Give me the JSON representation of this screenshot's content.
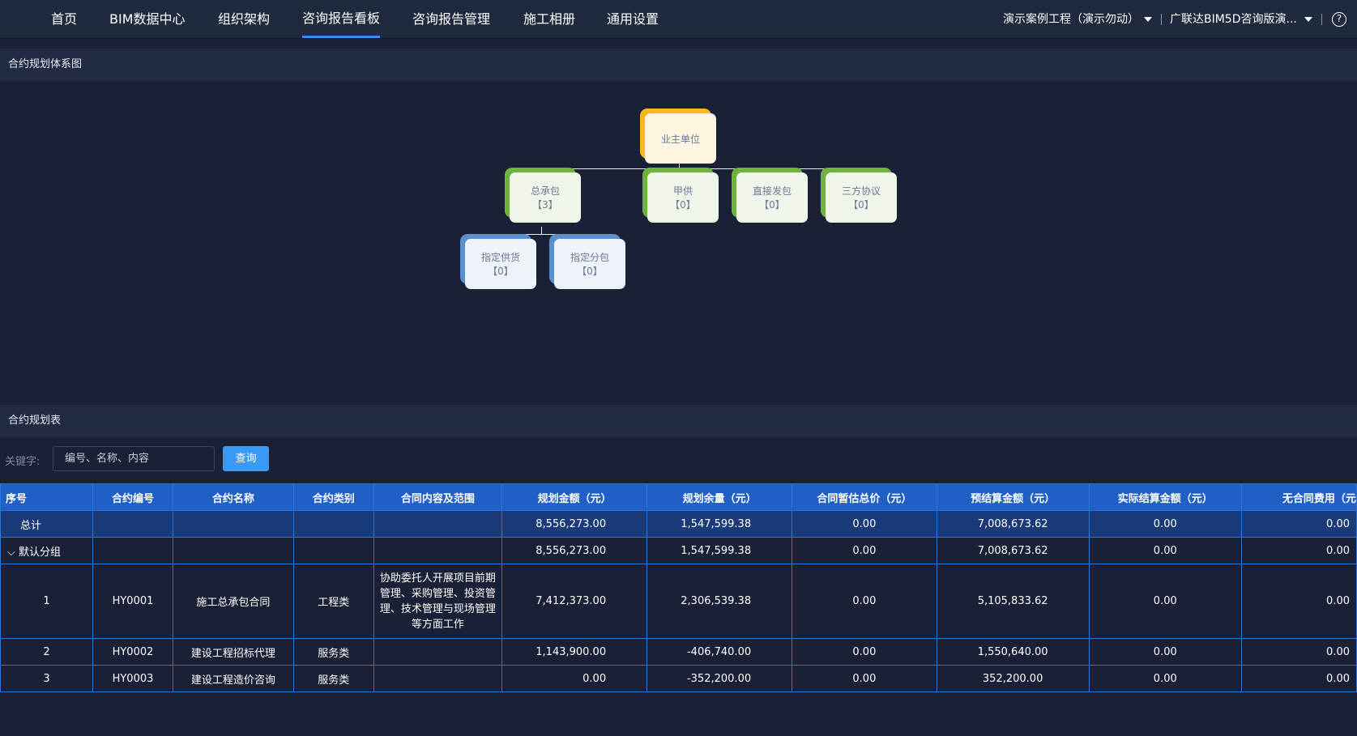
{
  "nav": {
    "items": [
      "首页",
      "BIM数据中心",
      "组织架构",
      "咨询报告看板",
      "咨询报告管理",
      "施工相册",
      "通用设置"
    ],
    "active_index": 3,
    "project": "演示案例工程（演示勿动）",
    "company": "广联达BIM5D咨询版演...",
    "help": "?"
  },
  "chart_panel": {
    "title": "合约规划体系图"
  },
  "org_chart": {
    "root": {
      "label": "业主单位"
    },
    "level1": [
      {
        "label": "总承包",
        "count": "【3】"
      },
      {
        "label": "甲供",
        "count": "【0】"
      },
      {
        "label": "直接发包",
        "count": "【0】"
      },
      {
        "label": "三方协议",
        "count": "【0】"
      }
    ],
    "level2": [
      {
        "label": "指定供货",
        "count": "【0】"
      },
      {
        "label": "指定分包",
        "count": "【0】"
      }
    ]
  },
  "table_panel": {
    "title": "合约规划表"
  },
  "search": {
    "label": "关键字:",
    "placeholder": "编号、名称、内容",
    "button": "查询"
  },
  "table": {
    "columns": [
      "序号",
      "合约编号",
      "合约名称",
      "合约类别",
      "合同内容及范围",
      "规划金额（元）",
      "规划余量（元）",
      "合同暂估总价（元）",
      "预结算金额（元）",
      "实际结算金额（元）",
      "无合同费用（元"
    ],
    "total_row": [
      "总计",
      "",
      "",
      "",
      "",
      "8,556,273.00",
      "1,547,599.38",
      "0.00",
      "7,008,673.62",
      "0.00",
      "0.00"
    ],
    "group_row": [
      "默认分组",
      "",
      "",
      "",
      "",
      "8,556,273.00",
      "1,547,599.38",
      "0.00",
      "7,008,673.62",
      "0.00",
      "0.00"
    ],
    "rows": [
      [
        "1",
        "HY0001",
        "施工总承包合同",
        "工程类",
        "协助委托人开展项目前期管理、采购管理、投资管理、技术管理与现场管理等方面工作",
        "7,412,373.00",
        "2,306,539.38",
        "0.00",
        "5,105,833.62",
        "0.00",
        "0.00"
      ],
      [
        "2",
        "HY0002",
        "建设工程招标代理",
        "服务类",
        "",
        "1,143,900.00",
        "-406,740.00",
        "0.00",
        "1,550,640.00",
        "0.00",
        "0.00"
      ],
      [
        "3",
        "HY0003",
        "建设工程造价咨询",
        "服务类",
        "",
        "0.00",
        "-352,200.00",
        "0.00",
        "352,200.00",
        "0.00",
        "0.00"
      ]
    ]
  },
  "colors": {
    "accent": "#3a9af7",
    "header_row": "#1f5fc6",
    "total_row": "#1a3a7a",
    "root_node": "#f5b820",
    "level1_node": "#6fb33a",
    "level2_node": "#5a8fd0"
  }
}
